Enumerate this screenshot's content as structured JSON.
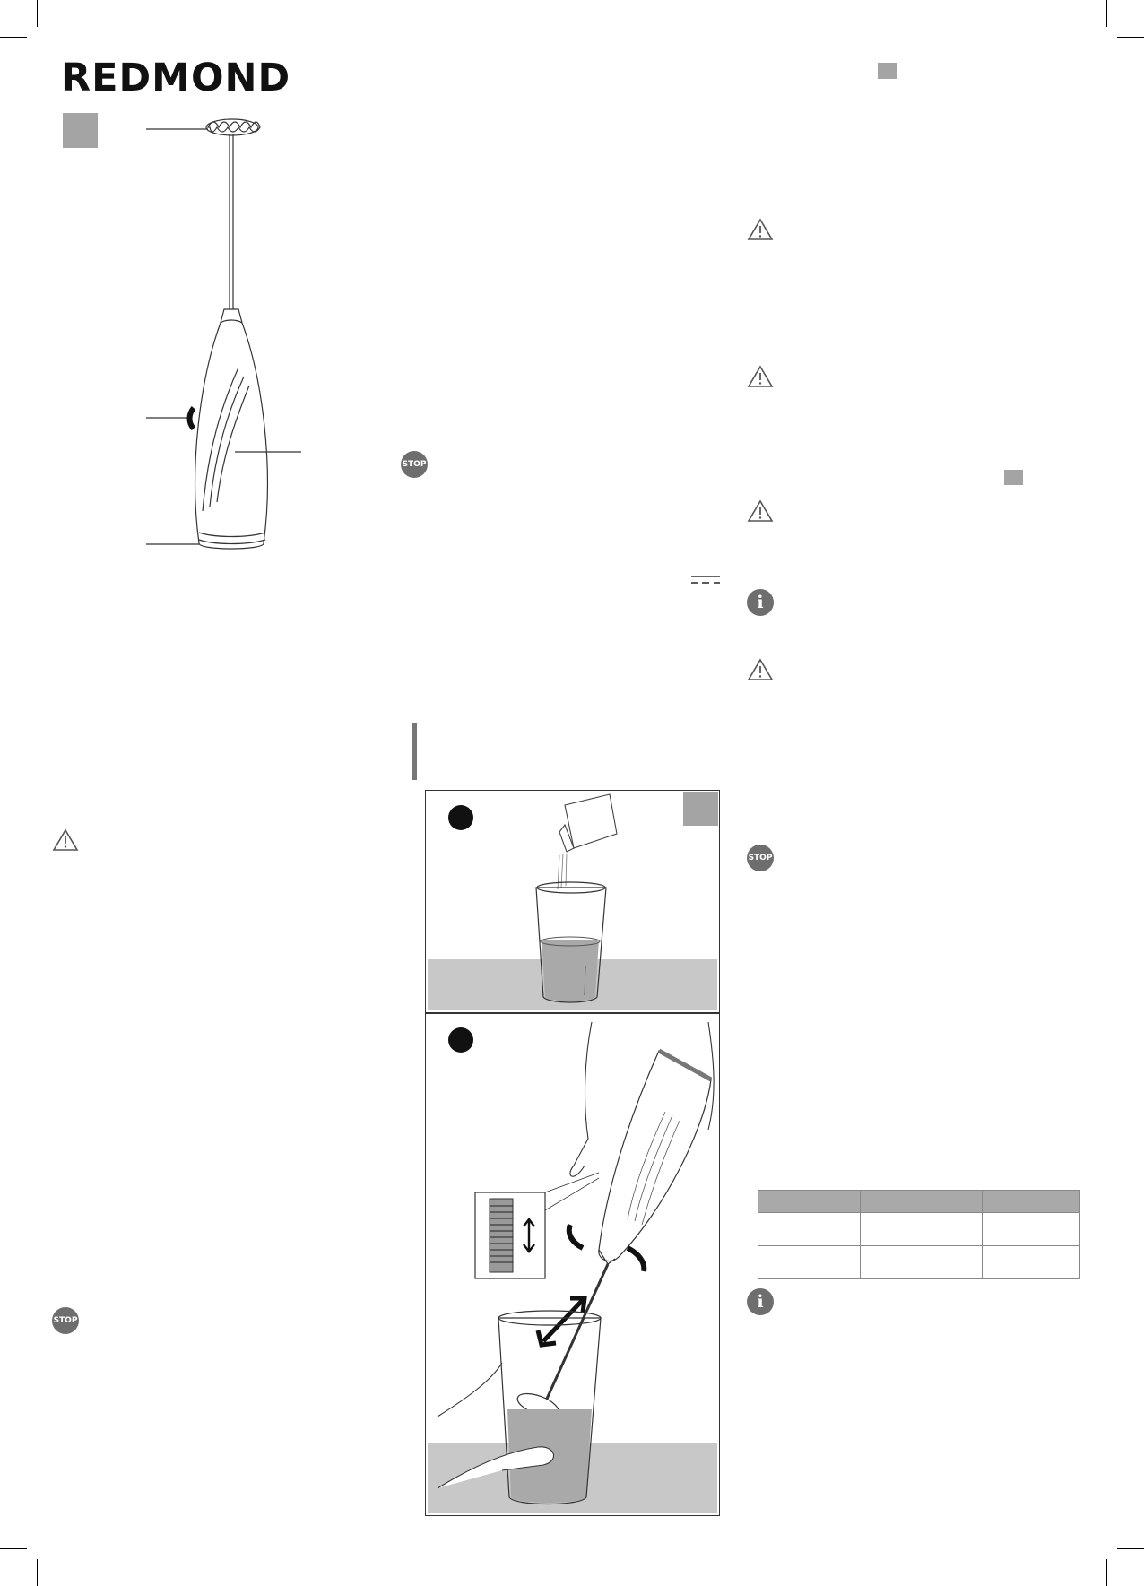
{
  "brand": {
    "logo_text": "REDMOND"
  },
  "badges": {
    "stop_label": "STOP",
    "info_glyph": "i"
  },
  "icons": {
    "warning": "warning-triangle-icon",
    "stop": "stop-badge-icon",
    "info": "info-circle-icon",
    "dc_current": "direct-current-icon"
  },
  "colors": {
    "badge_grey": "#6e6e6e",
    "square_grey": "#a4a4a4",
    "table_header": "#a9a9a9",
    "counter_grey": "#c8c8c8"
  },
  "spec_table": {
    "headers": [
      "",
      "",
      ""
    ],
    "rows": [
      [
        "",
        "",
        ""
      ],
      [
        "",
        "",
        ""
      ]
    ]
  }
}
